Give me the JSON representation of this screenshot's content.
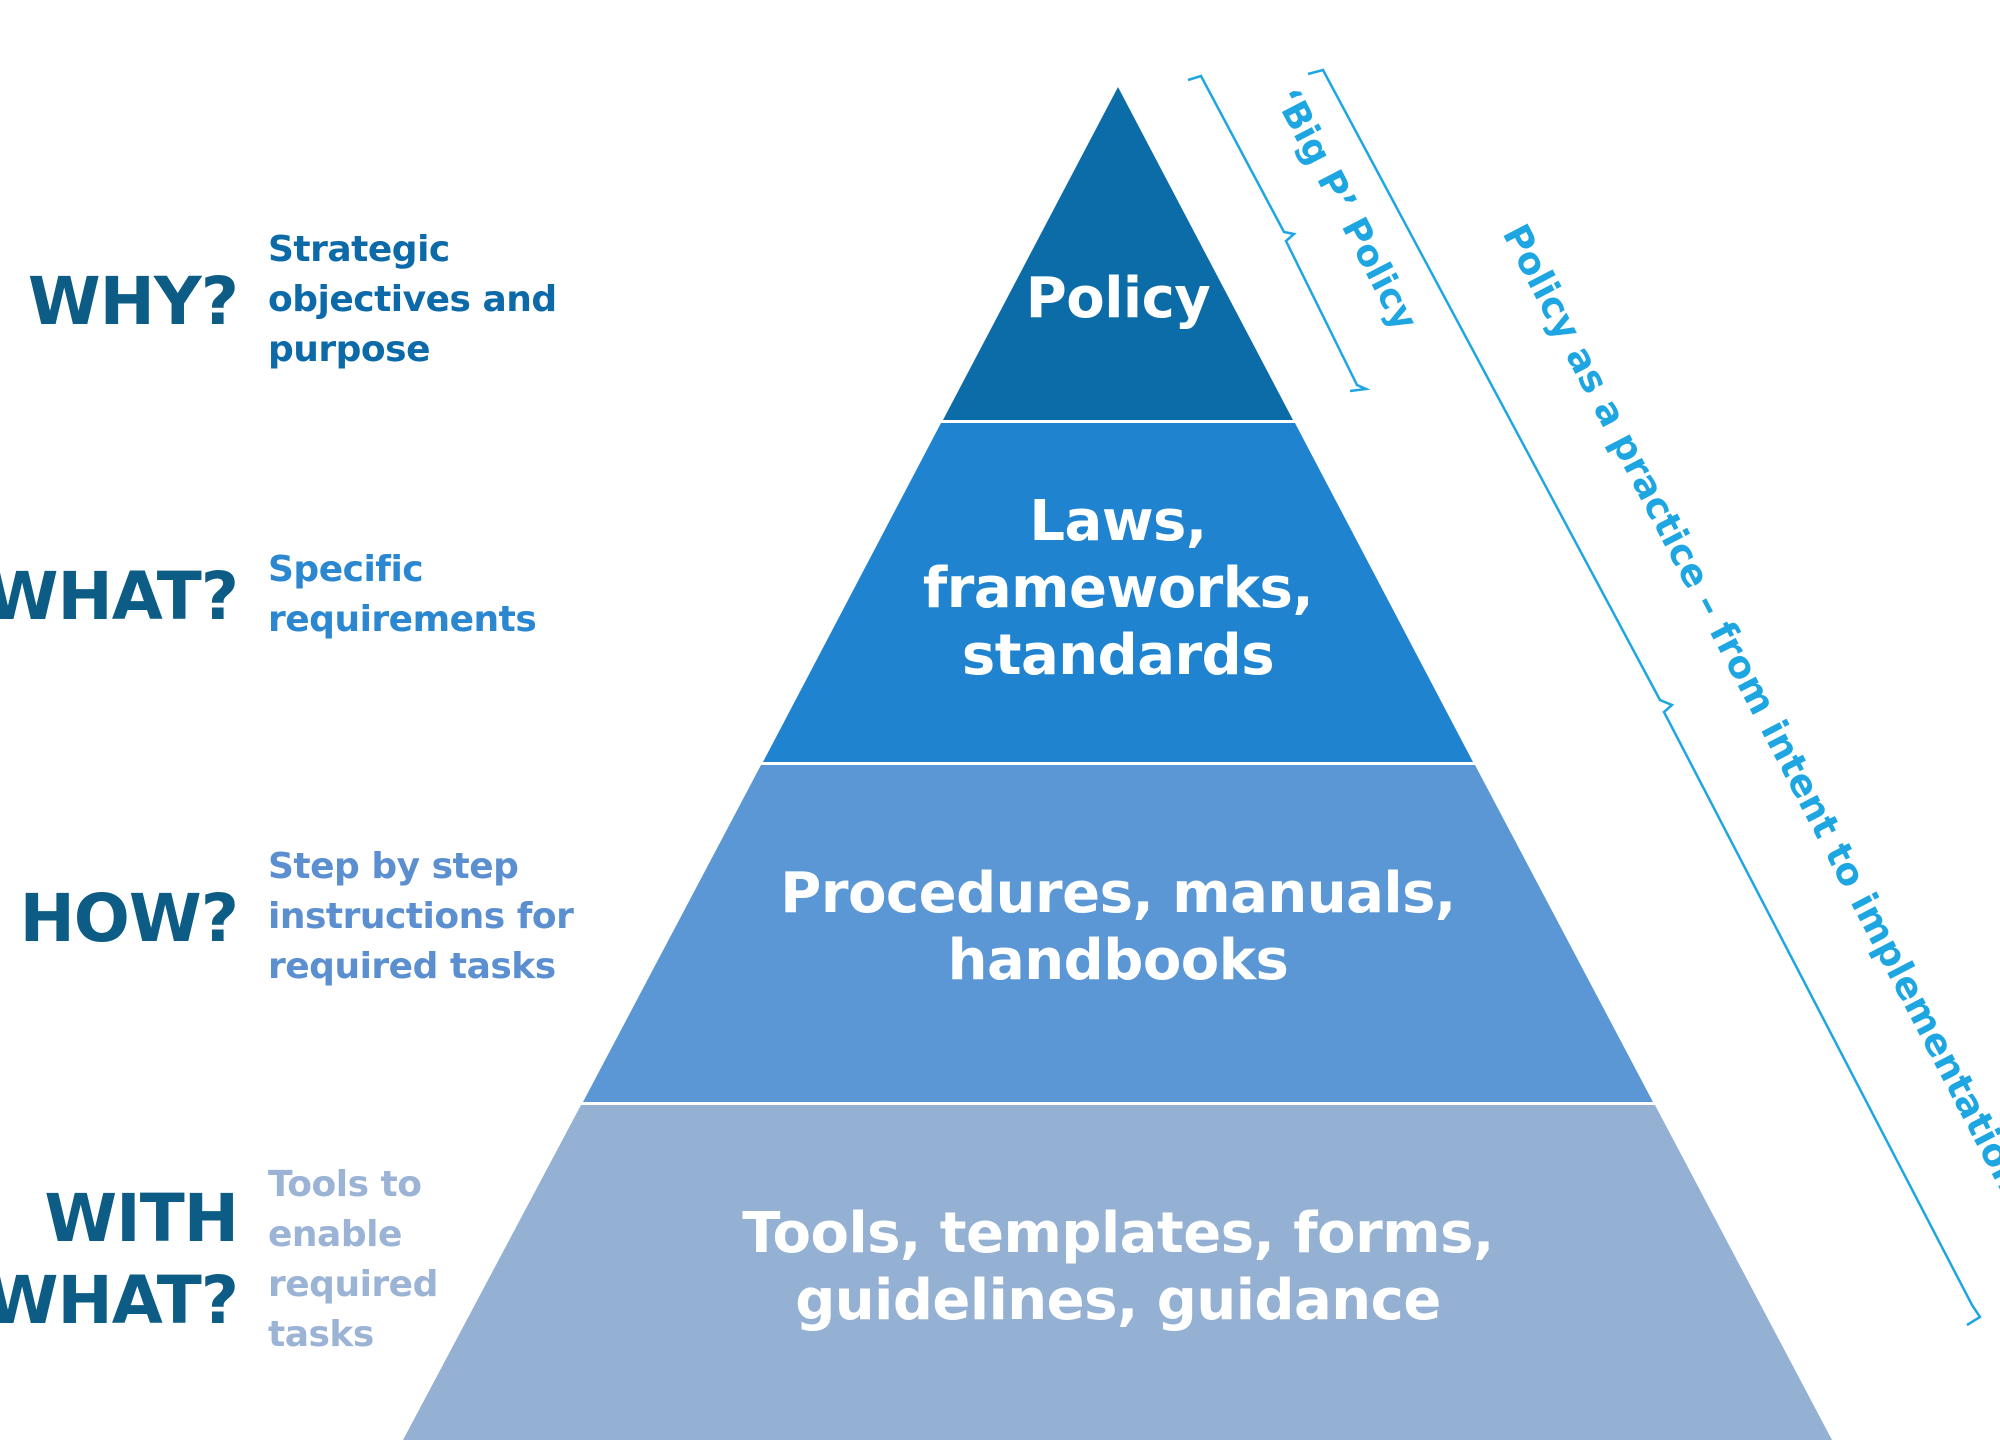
{
  "rows": [
    {
      "question": [
        "WHY?"
      ],
      "description": [
        "Strategic",
        "objectives and",
        "purpose"
      ],
      "tier_label": [
        "Policy"
      ],
      "fill": "#0c6ca8",
      "text_color": "#0c5c86",
      "desc_color": "#0d6aa8"
    },
    {
      "question": [
        "WHAT?"
      ],
      "description": [
        "Specific",
        "requirements"
      ],
      "tier_label": [
        "Laws,",
        "frameworks,",
        "standards"
      ],
      "fill": "#1f83d0",
      "text_color": "#0c5c86",
      "desc_color": "#2a87d0"
    },
    {
      "question": [
        "HOW?"
      ],
      "description": [
        "Step by step",
        "instructions for",
        "required tasks"
      ],
      "tier_label": [
        "Procedures, manuals,",
        "handbooks"
      ],
      "fill": "#5a97d4",
      "text_color": "#0c5c86",
      "desc_color": "#5b8fcf"
    },
    {
      "question": [
        "WITH",
        "WHAT?"
      ],
      "description": [
        "Tools to",
        "enable",
        "required",
        "tasks"
      ],
      "tier_label": [
        "Tools, templates, forms,",
        "guidelines, guidance"
      ],
      "fill": "#94b0d2",
      "text_color": "#0c5c86",
      "desc_color": "#9bb3d4"
    }
  ],
  "brackets": {
    "big_p_label": "‘Big P’ Policy",
    "practice_label": "Policy as a practice – from intent to implementation",
    "color": "#1ea6e2"
  }
}
